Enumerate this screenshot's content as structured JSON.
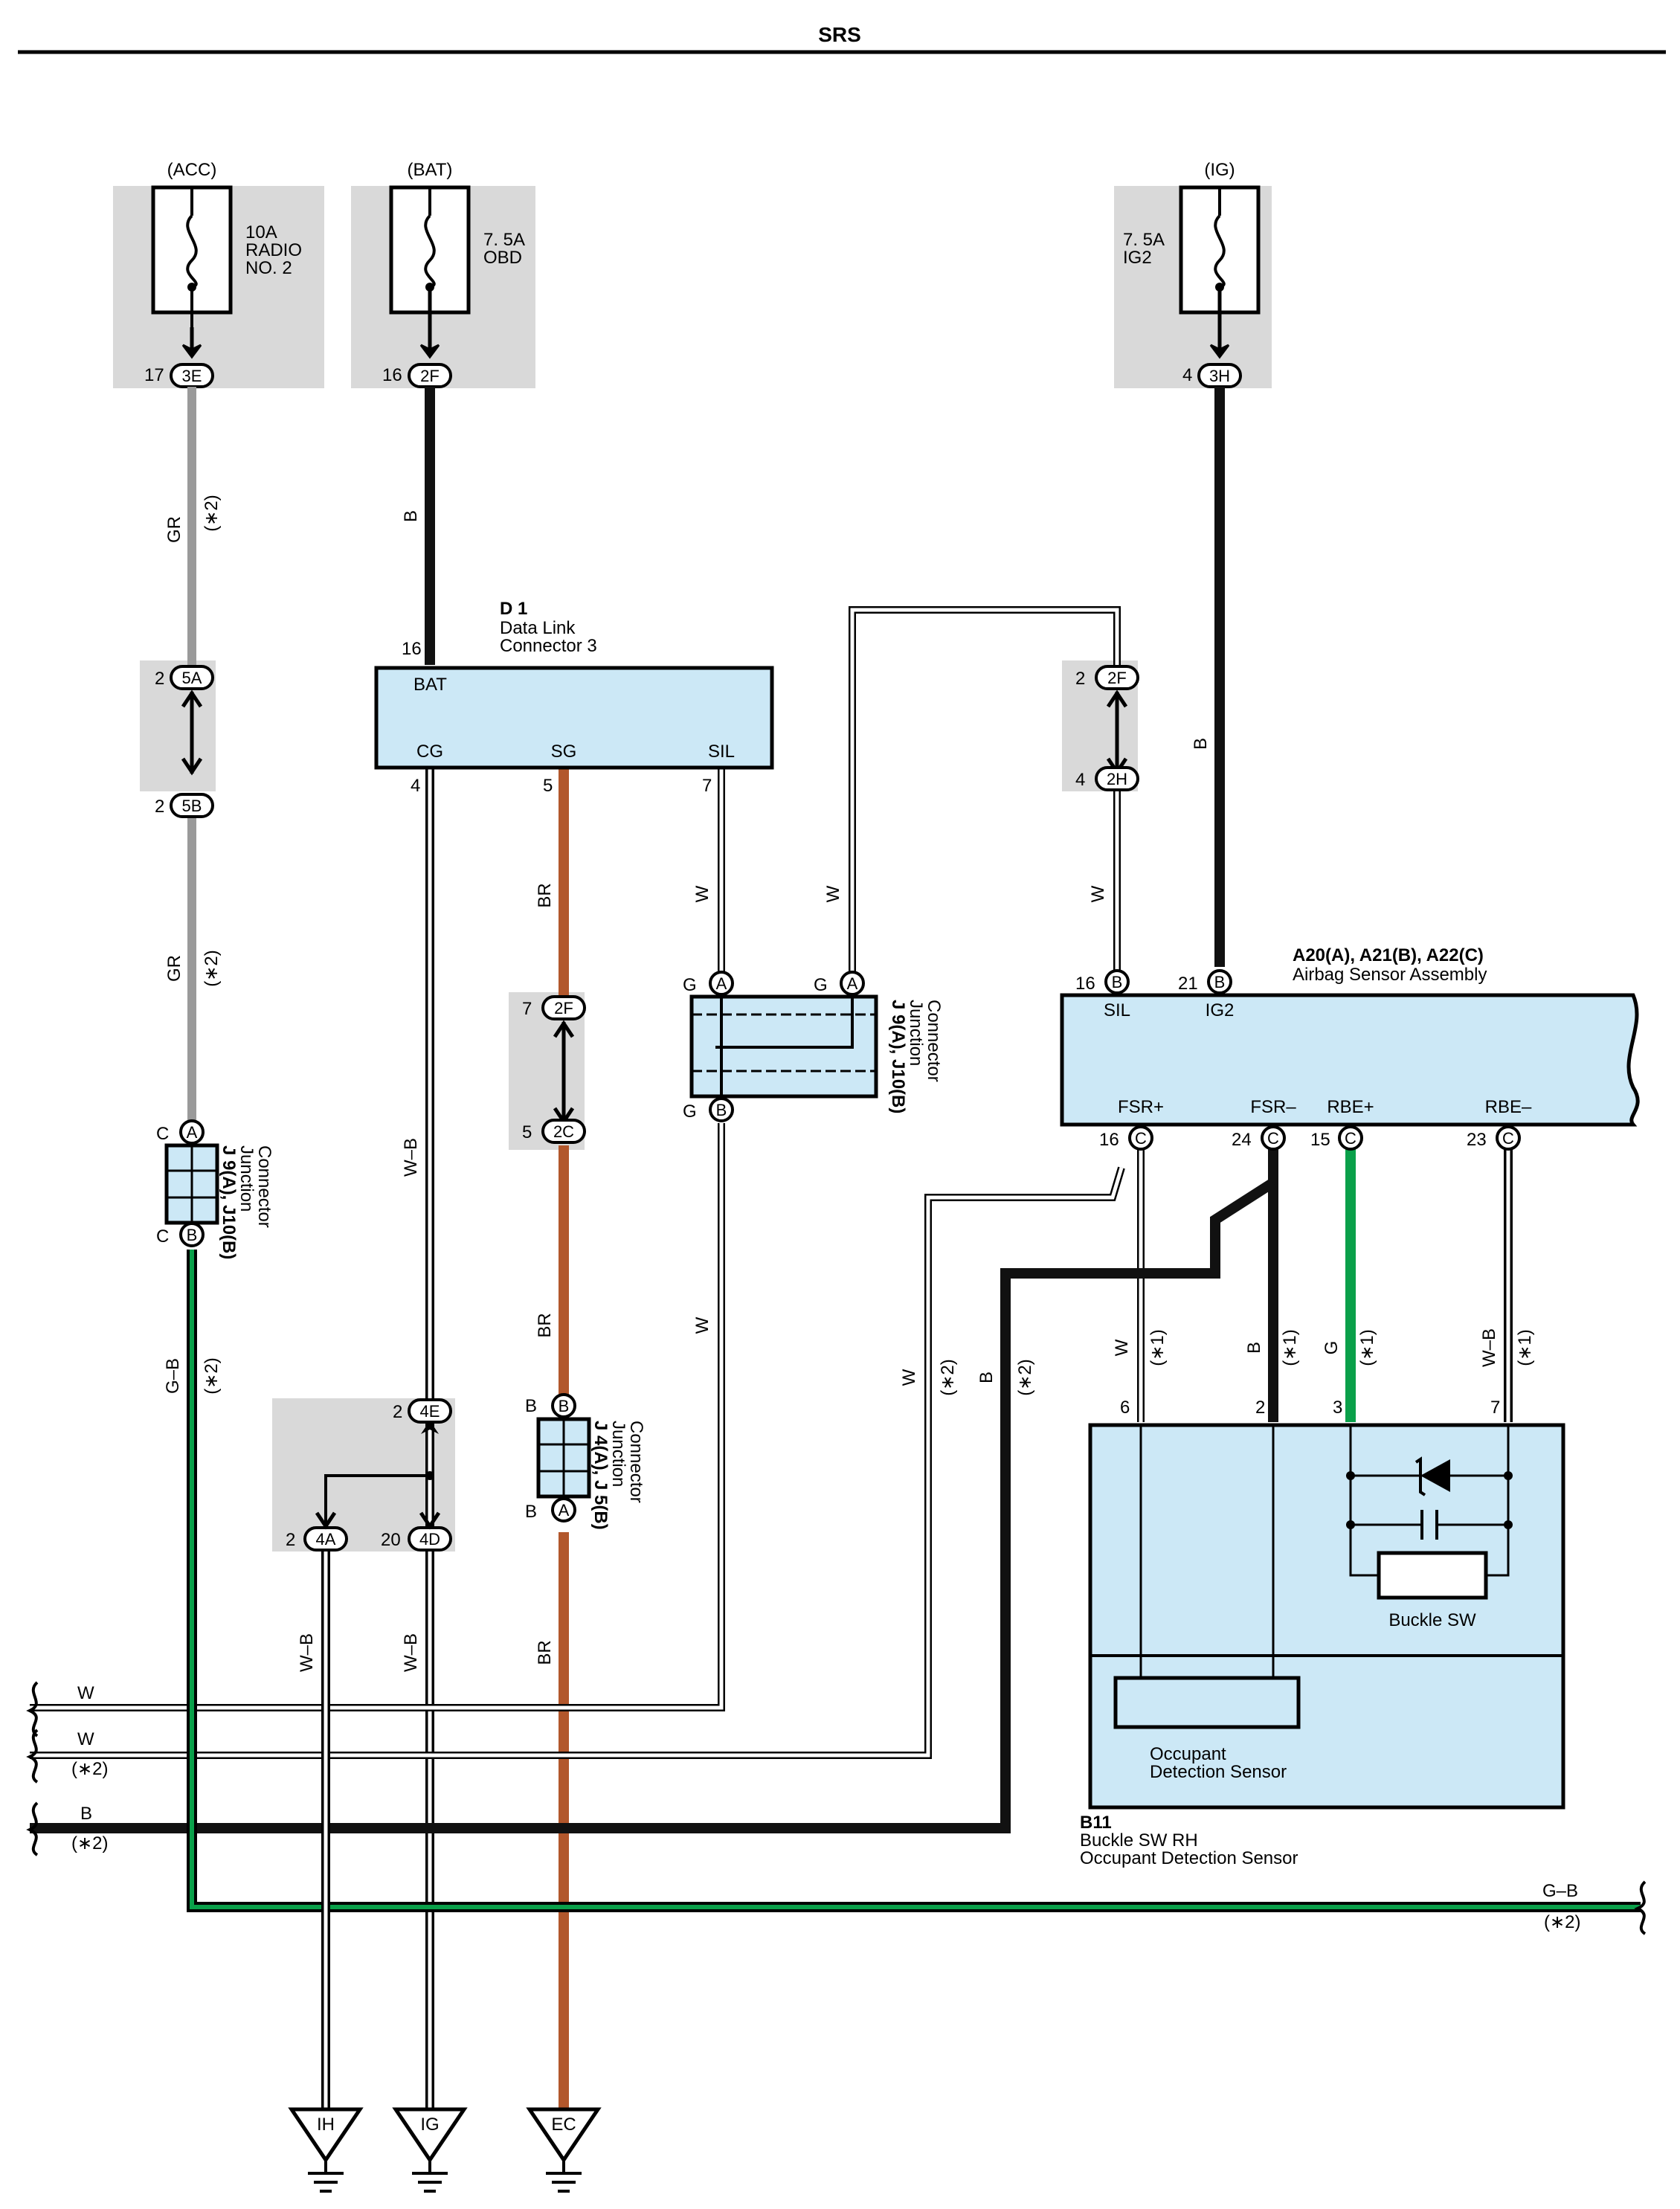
{
  "title": "SRS",
  "fuses": {
    "acc": {
      "supply": "(ACC)",
      "rating": "10A",
      "name_line1": "RADIO",
      "name_line2": "NO. 2",
      "pin": "17",
      "connector": "3E"
    },
    "bat": {
      "supply": "(BAT)",
      "rating": "7. 5A",
      "name": "OBD",
      "pin": "16",
      "connector": "2F"
    },
    "ig": {
      "supply": "(IG)",
      "rating": "7. 5A",
      "name": "IG2",
      "pin": "4",
      "connector": "3H"
    }
  },
  "dlc": {
    "id": "D 1",
    "name_line1": "Data Link",
    "name_line2": "Connector 3",
    "bat_pin": "16",
    "bat_label": "BAT",
    "cg_label": "CG",
    "cg_pin": "4",
    "sg_label": "SG",
    "sg_pin": "5",
    "sil_label": "SIL",
    "sil_pin": "7"
  },
  "airbag": {
    "title": "A20(A), A21(B), A22(C)",
    "subtitle": "Airbag Sensor Assembly",
    "sil_pin": "16",
    "sil_conn": "B",
    "sil_label": "SIL",
    "ig2_pin": "21",
    "ig2_conn": "B",
    "ig2_label": "IG2",
    "fsrp_label": "FSR+",
    "fsrp_pin": "16",
    "fsrp_conn": "C",
    "fsrm_label": "FSR–",
    "fsrm_pin": "24",
    "fsrm_conn": "C",
    "rbep_label": "RBE+",
    "rbep_pin": "15",
    "rbep_conn": "C",
    "rbem_label": "RBE–",
    "rbem_pin": "23",
    "rbem_conn": "C"
  },
  "buckle": {
    "id": "B11",
    "name_line1": "Buckle SW RH",
    "name_line2": "Occupant Detection Sensor",
    "switch_label": "Buckle SW",
    "sensor_line1": "Occupant",
    "sensor_line2": "Detection Sensor",
    "pin_w": "6",
    "pin_b": "2",
    "pin_g": "3",
    "pin_wb": "7"
  },
  "junctions": {
    "left_jc": {
      "name1": "J 9(A), J10(B)",
      "name2": "Junction",
      "name3": "Connector",
      "top_letter": "C",
      "top_conn": "A",
      "bot_letter": "C",
      "bot_conn": "B"
    },
    "middle_jc": {
      "name1": "J 9(A), J10(B)",
      "name2": "Junction",
      "name3": "Connector",
      "g1_letter": "G",
      "g1_conn": "A",
      "g2_letter": "G",
      "g2_conn": "A",
      "g3_letter": "G",
      "g3_conn": "B"
    },
    "j45": {
      "name1": "J 4(A), J 5(B)",
      "name2": "Junction",
      "name3": "Connector",
      "top_letter": "B",
      "top_conn": "B",
      "bot_letter": "B",
      "bot_conn": "A"
    }
  },
  "inline_connectors": {
    "c5a": {
      "pin": "2",
      "label": "5A"
    },
    "c5b": {
      "pin": "2",
      "label": "5B"
    },
    "c2f_top": {
      "pin": "2",
      "label": "2F"
    },
    "c2h": {
      "pin": "4",
      "label": "2H"
    },
    "c2f_mid": {
      "pin": "7",
      "label": "2F"
    },
    "c2c": {
      "pin": "5",
      "label": "2C"
    },
    "c4e": {
      "pin": "2",
      "label": "4E"
    },
    "c4a": {
      "pin": "2",
      "label": "4A"
    },
    "c4d": {
      "pin": "20",
      "label": "4D"
    }
  },
  "wire_labels": {
    "gr": "GR",
    "b": "B",
    "br": "BR",
    "w": "W",
    "wb": "W–B",
    "g": "G",
    "gb": "G–B",
    "note2": "(∗2)",
    "note1": "(∗1)"
  },
  "grounds": {
    "ih": "IH",
    "ig": "IG",
    "ec": "EC"
  },
  "colors": {
    "gray_wire": "#9a9a9a",
    "black_wire": "#111111",
    "brown_wire": "#b2572c",
    "green_wire": "#0aa04a",
    "module_fill": "#cce8f6",
    "shade": "#d9d9d9"
  }
}
